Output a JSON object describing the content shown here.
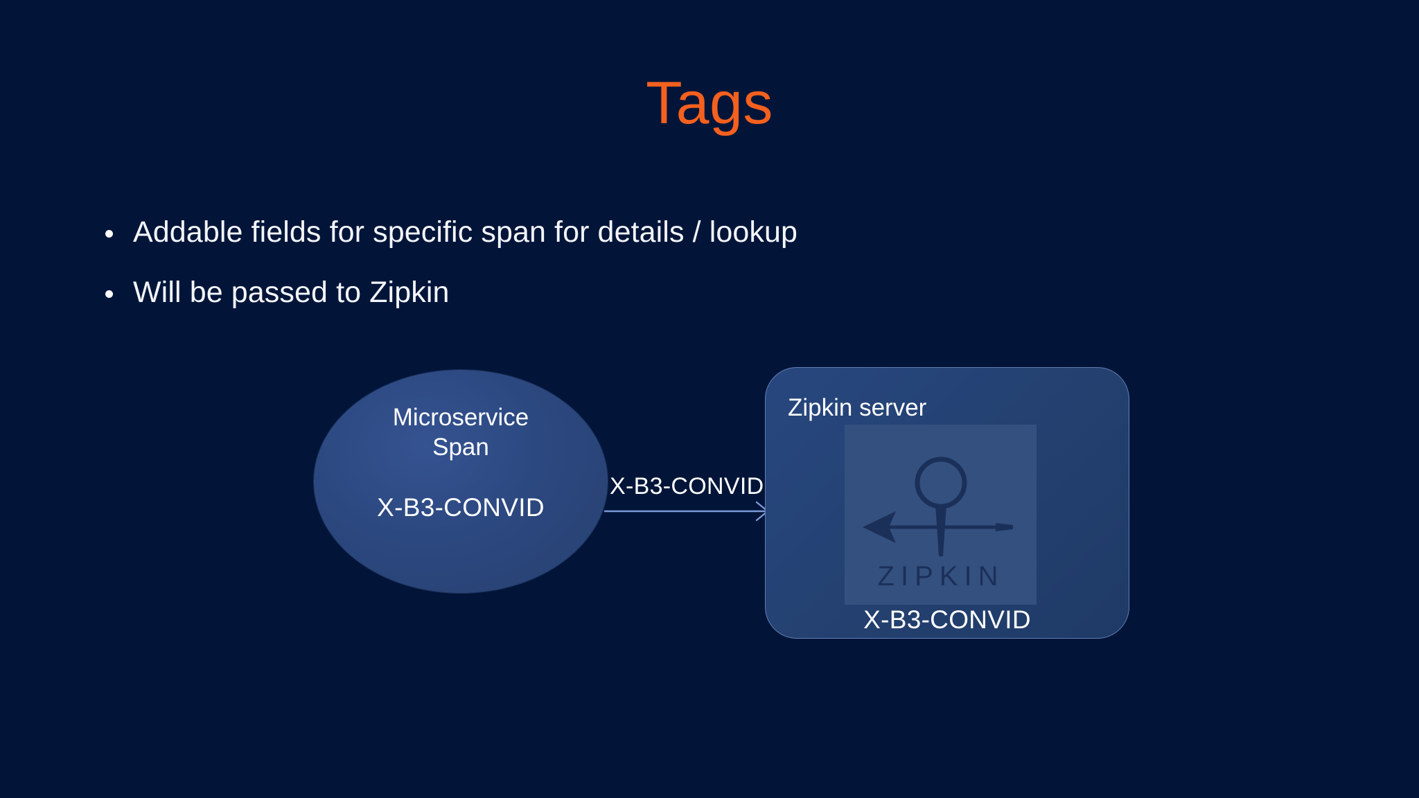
{
  "slide": {
    "title": "Tags",
    "background_color": "#021539",
    "title_color": "#f4601e",
    "body_text_color": "#f4f6fb"
  },
  "bullets": [
    {
      "text": "Addable fields for specific span for details / lookup"
    },
    {
      "text": "Will be passed to Zipkin"
    }
  ],
  "diagram": {
    "microservice": {
      "label_line1": "Microservice",
      "label_line2": "Span",
      "trace_id": "X-B3-CONVID",
      "fill_color": "#2c4880"
    },
    "arrow": {
      "label": "X-B3-CONVID",
      "color": "#7b9ad6",
      "direction": "right"
    },
    "zipkin_server": {
      "title": "Zipkin server",
      "trace_id": "X-B3-CONVID",
      "fill_color": "#23406f",
      "logo": {
        "wordmark": "ZIPKIN",
        "tile_color": "#34507f",
        "mark_color": "#1b3059"
      }
    }
  }
}
